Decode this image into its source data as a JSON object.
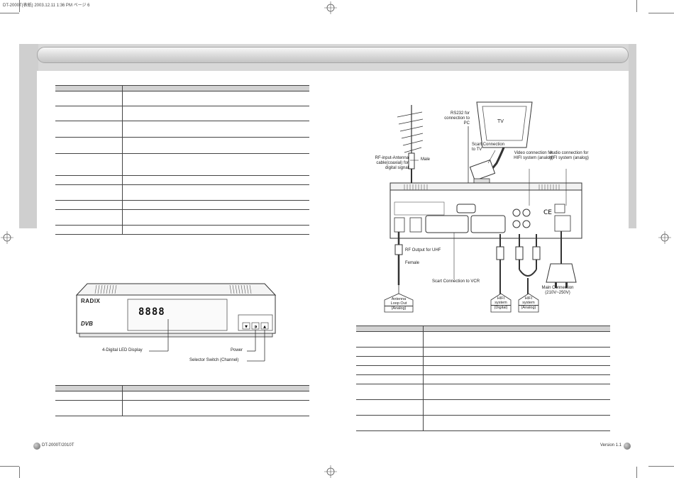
{
  "print_header": "DT-2000T(表紙)  2003.12.11 1:36 PM ページ 6",
  "footer": {
    "left": "DT-2000T/2010T",
    "right": "Version 1.1"
  },
  "front_panel": {
    "brand": "RADIX",
    "dvb_logo": "DVB",
    "led_digits": "8888",
    "callouts": {
      "led": "4-Digital LED Display",
      "power": "Power",
      "selector": "Selector Switch (Channel)"
    }
  },
  "connection": {
    "tv_label": "TV",
    "callouts": {
      "rs232": "RS232 for connection to PC",
      "scart_tv": "Scart Connection to TV",
      "video_hifi": "Video connection for HIFI system (analog)",
      "audio_hifi": "Audio connection for HIFI system (analog)",
      "rf_input": "RF-input-Antenna cable(coaxial) for digital signal",
      "male": "Male",
      "rf_output": "RF Output for UHF",
      "female": "Female",
      "scart_vcr": "Scart Connection to VCR",
      "main_connection": "Main Connection (210V~250V)"
    },
    "boxes": [
      {
        "title": "Antenna Loop Out",
        "sub": "(Analog)"
      },
      {
        "title": "HIFI system",
        "sub": "(Digital)"
      },
      {
        "title": "HIFI system",
        "sub": "(Analog)"
      }
    ]
  }
}
